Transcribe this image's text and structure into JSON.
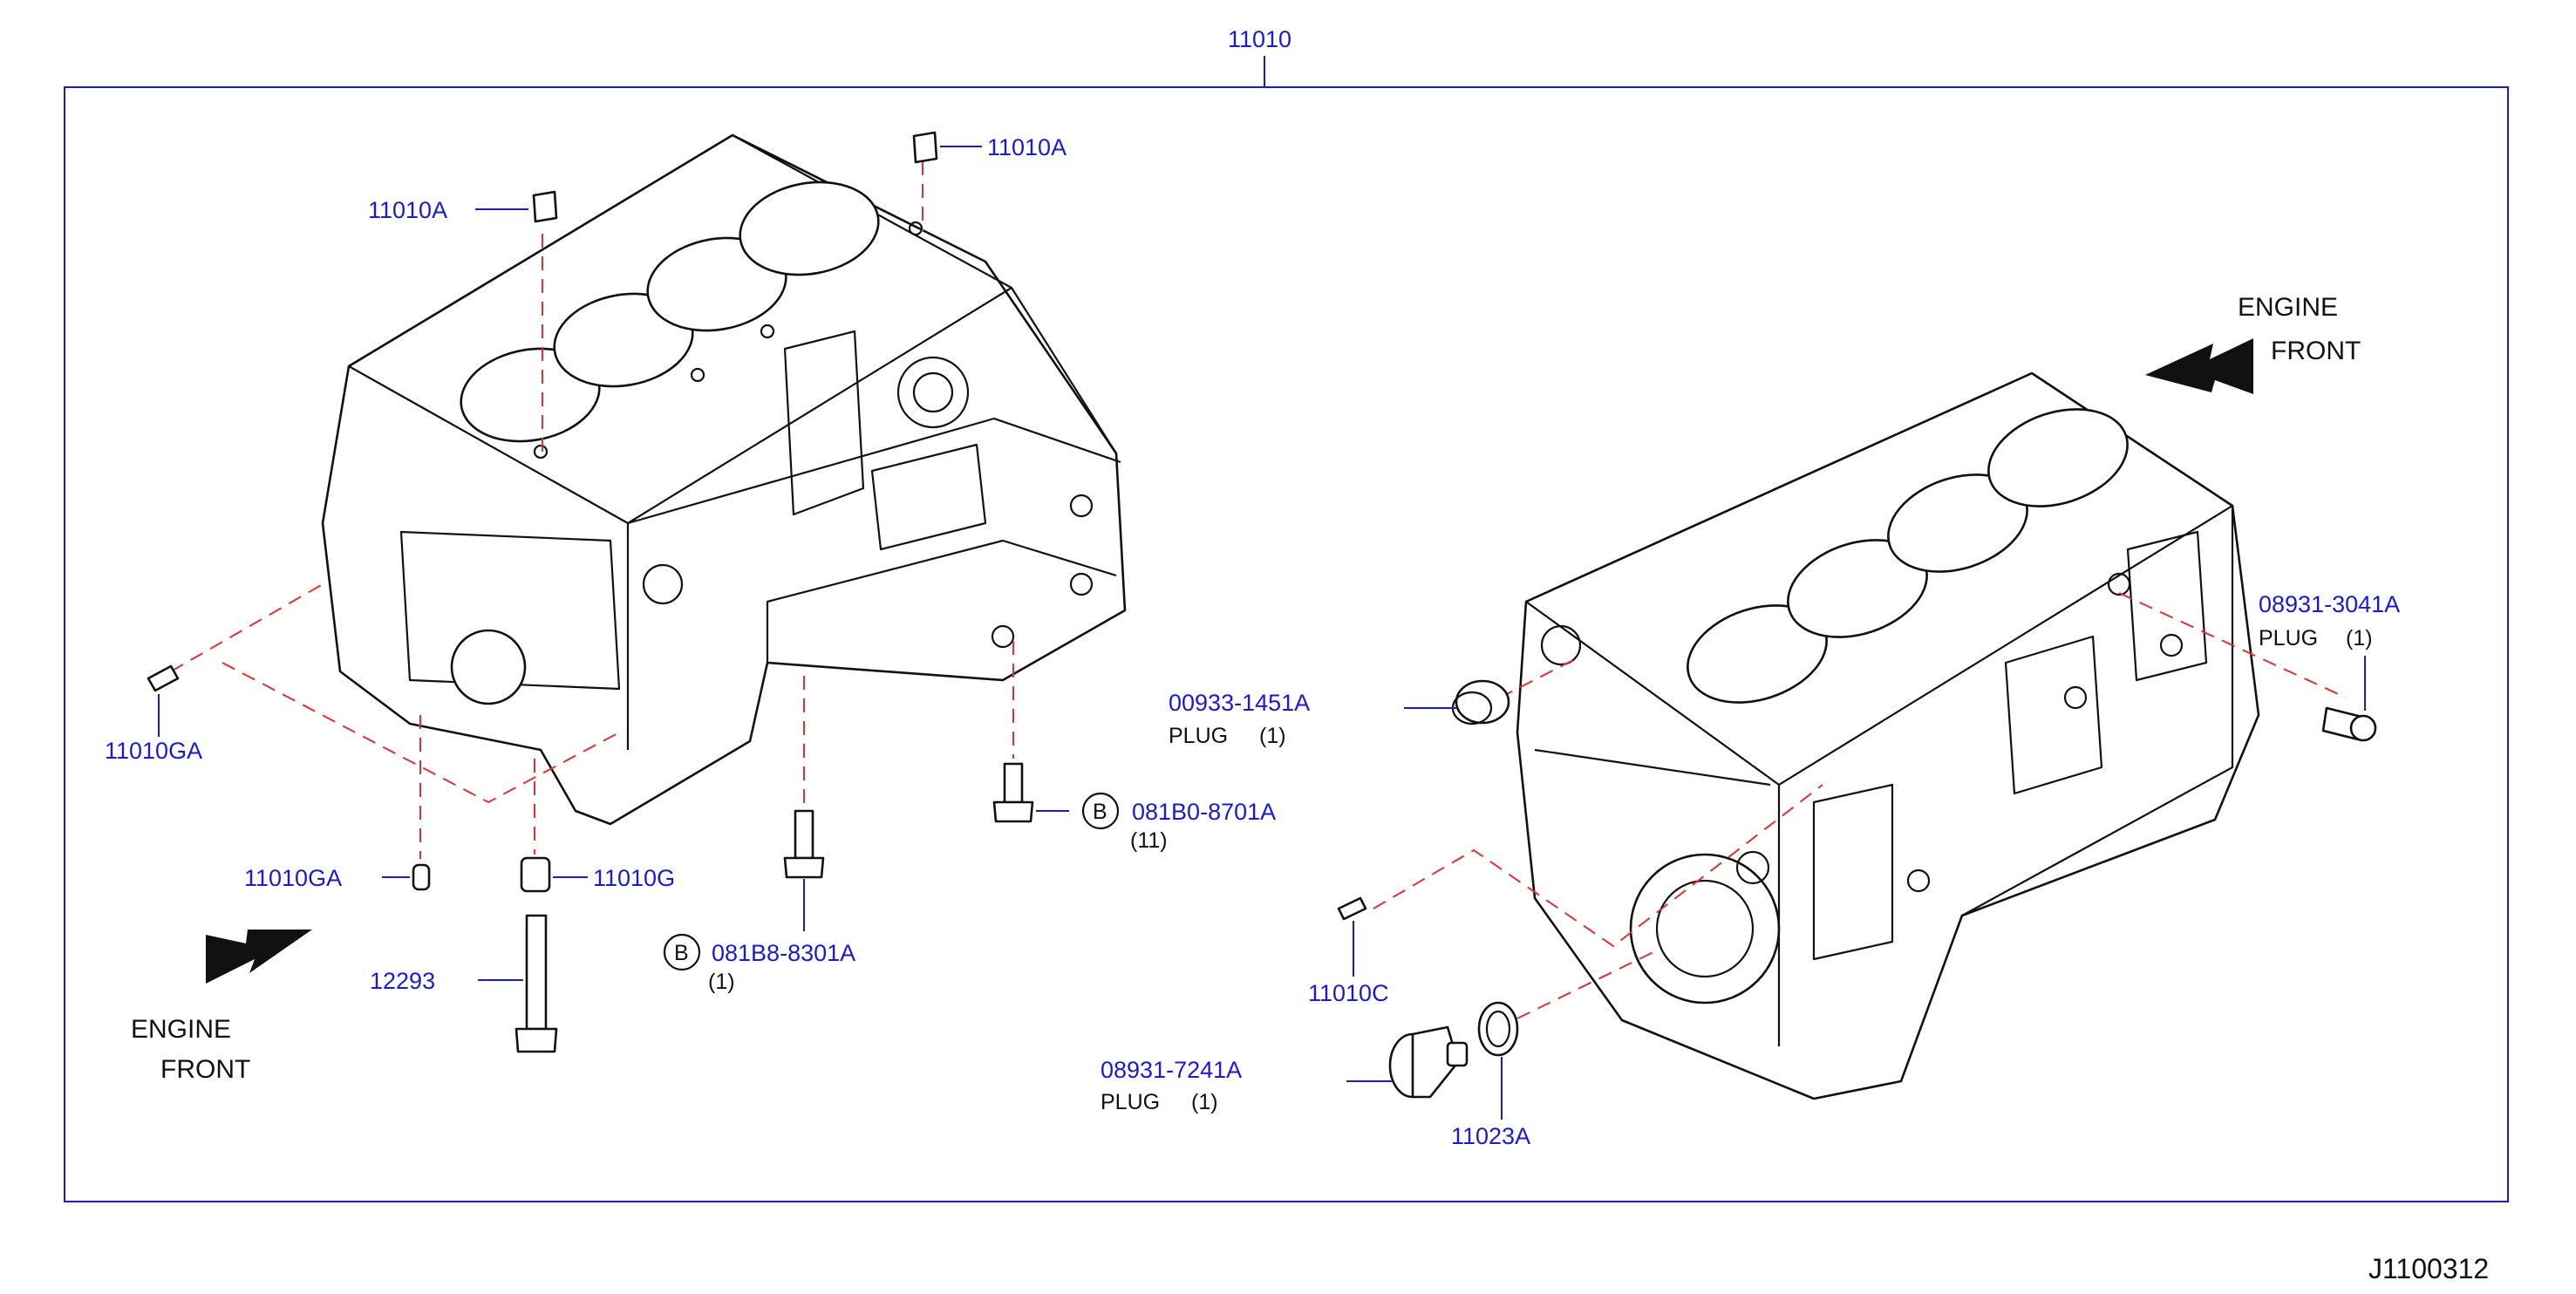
{
  "header": {
    "assembly_number": "11010"
  },
  "footer": {
    "diagram_code": "J1100312"
  },
  "colors": {
    "callout": "#1a1ad6",
    "assembly_line": "#e03030",
    "frame": "#1a1ad6",
    "drawing": "#111111"
  },
  "left_view": {
    "front_label": {
      "line1": "ENGINE",
      "line2": "FRONT"
    },
    "callouts": {
      "dowel_top_left": "11010A",
      "dowel_top_right": "11010A",
      "pin_left": "11010GA",
      "pin_bottom": "11010GA",
      "sleeve": "11010G",
      "stud": "12293",
      "bolt_center_badge": "B",
      "bolt_center_part": "081B8-8301A",
      "bolt_center_qty": "(1)",
      "bolt_right_badge": "B",
      "bolt_right_part": "081B0-8701A",
      "bolt_right_qty": "(11)"
    }
  },
  "right_view": {
    "front_label": {
      "line1": "ENGINE",
      "line2": "FRONT"
    },
    "callouts": {
      "plug_left_part": "00933-1451A",
      "plug_left_name": "PLUG",
      "plug_left_qty": "(1)",
      "plug_right_part": "08931-3041A",
      "plug_right_name": "PLUG",
      "plug_right_qty": "(1)",
      "pin_front": "11010C",
      "plug_bottom_part": "08931-7241A",
      "plug_bottom_name": "PLUG",
      "plug_bottom_qty": "(1)",
      "washer": "11023A"
    }
  }
}
